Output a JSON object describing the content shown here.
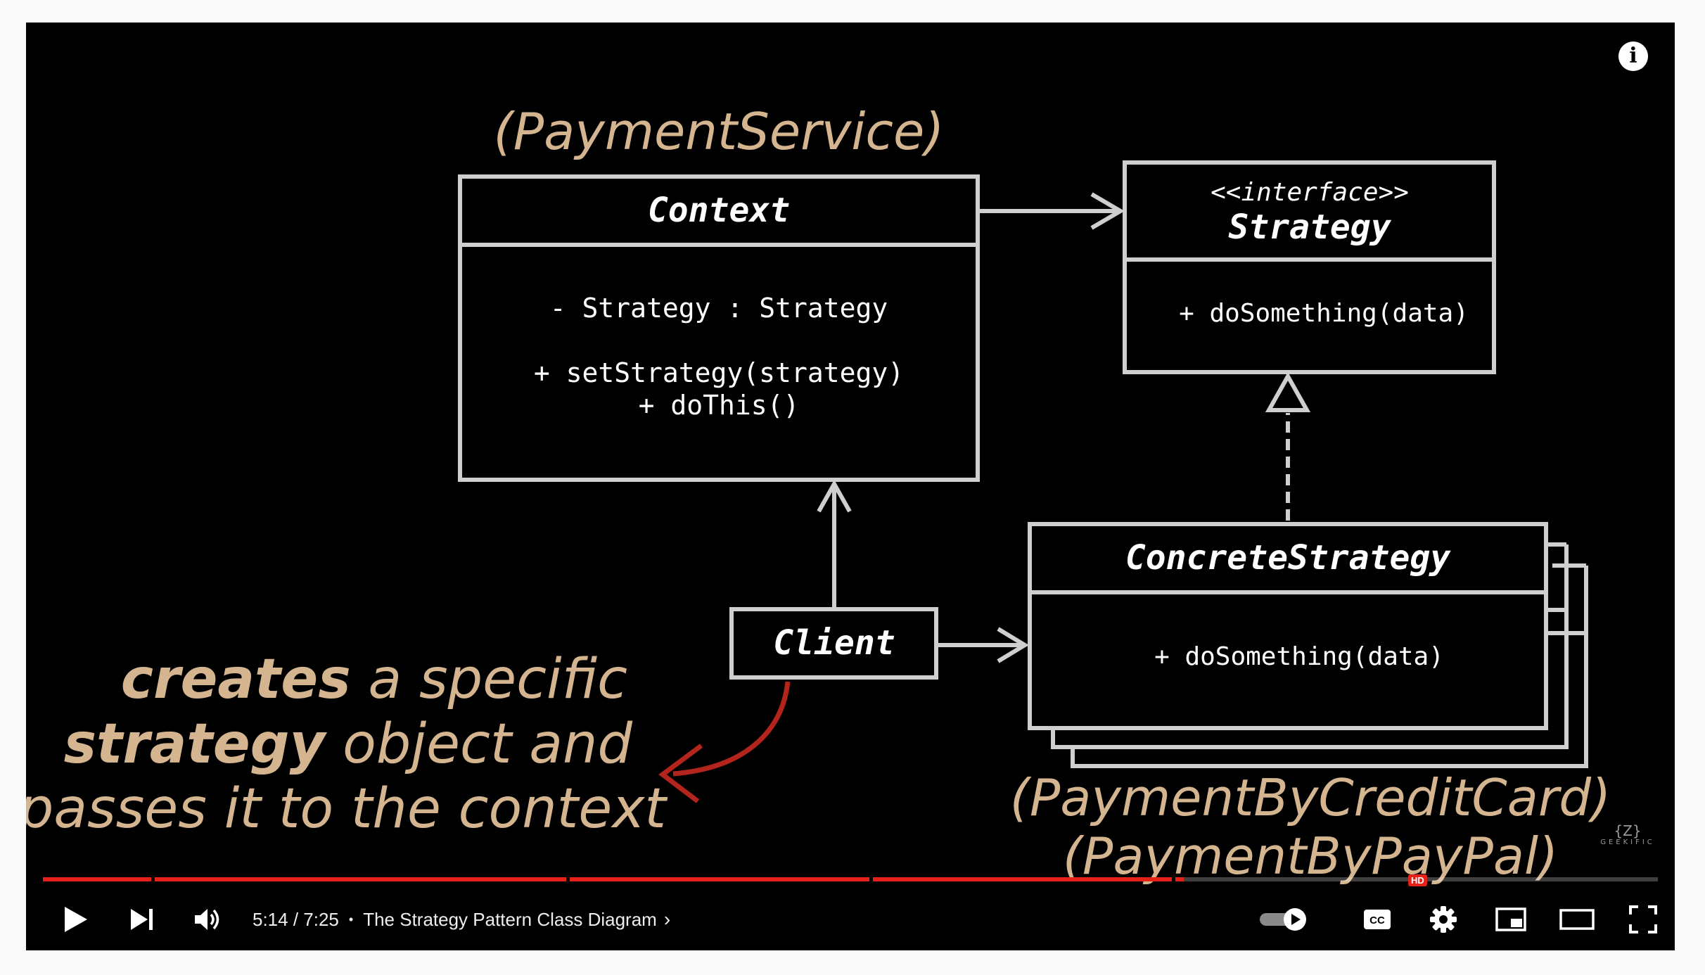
{
  "diagram": {
    "context_service_label": "(PaymentService)",
    "context": {
      "title": "Context",
      "field": "- Strategy : Strategy",
      "method1": "+ setStrategy(strategy)",
      "method2": "+ doThis()"
    },
    "strategy": {
      "stereotype": "<<interface>>",
      "title": "Strategy",
      "method": "+ doSomething(data)"
    },
    "concrete": {
      "title": "ConcreteStrategy",
      "method": "+ doSomething(data)"
    },
    "client": {
      "title": "Client"
    },
    "concrete_labels": [
      "(PaymentByCreditCard)",
      "(PaymentByPayPal)"
    ],
    "annotation": {
      "line1_bold": "creates",
      "line1_rest": " a specific",
      "line2_bold": "strategy",
      "line2_rest": " object and",
      "line3": "passes it to the context"
    }
  },
  "player": {
    "info_icon": "i",
    "watermark_mark": "{Z}",
    "watermark_text": "GEEKIFIC",
    "current_time": "5:14",
    "duration": "7:25",
    "time_display": "5:14 / 7:25",
    "separator": "•",
    "chapter_title": "The Strategy Pattern Class Diagram",
    "chapter_chevron": "›",
    "hd_badge": "HD",
    "progress_fraction": 0.7056,
    "chapter_boundaries": [
      0.0,
      0.068,
      0.325,
      0.513,
      0.7,
      1.0
    ],
    "accent_color": "#e62117",
    "caption_color": "#d4b590",
    "annotation_arrow_color": "#b3241c",
    "icons": [
      "play-icon",
      "next-icon",
      "volume-icon",
      "autoplay-toggle-icon",
      "captions-icon",
      "settings-icon",
      "miniplayer-icon",
      "theater-mode-icon",
      "fullscreen-icon",
      "info-icon"
    ]
  }
}
